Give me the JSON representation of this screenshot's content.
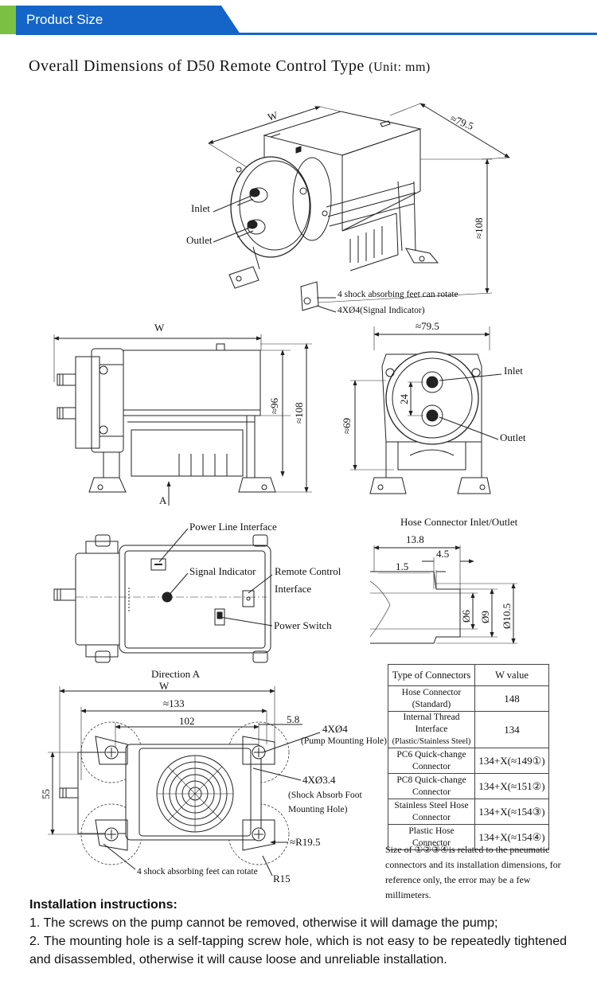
{
  "header": {
    "section_title": "Product Size",
    "accent_color": "#1565c8",
    "tab_accent_color": "#7bc043"
  },
  "title": {
    "main": "Overall Dimensions of D50 Remote Control Type",
    "unit": "(Unit: mm)"
  },
  "iso_view": {
    "w_label": "W",
    "depth_label": "≈79.5",
    "height_label": "≈108",
    "inlet": "Inlet",
    "outlet": "Outlet",
    "feet_note": "4 shock absorbing feet can rotate",
    "signal_note": "4XØ4(Signal Indicator)"
  },
  "side_view": {
    "w_label": "W",
    "h96": "≈96",
    "h108": "≈108",
    "direction_marker": "A"
  },
  "front_view": {
    "width": "≈79.5",
    "spacing": "24",
    "height": "≈69",
    "inlet": "Inlet",
    "outlet": "Outlet"
  },
  "top_view": {
    "power_line": "Power Line Interface",
    "signal_indicator": "Signal Indicator",
    "remote_control": "Remote Control",
    "remote_control_2": "Interface",
    "power_switch": "Power Switch"
  },
  "hose_detail": {
    "title": "Hose Connector Inlet/Outlet",
    "d13_8": "13.8",
    "d4_5": "4.5",
    "d1_5": "1.5",
    "d6": "Ø6",
    "d9": "Ø9",
    "d10_5": "Ø10.5"
  },
  "bottom_view": {
    "title": "Direction A",
    "w_label": "W",
    "d133": "≈133",
    "d102": "102",
    "d5_8": "5.8",
    "d55": "55",
    "pump_hole": "4XØ4",
    "pump_hole_note": "(Pump Mounting Hole)",
    "absorb_hole": "4XØ3.4",
    "absorb_note_1": "(Shock Absorb Foot",
    "absorb_note_2": "Mounting Hole)",
    "r19_5": "≈R19.5",
    "r15": "R15",
    "feet_note": "4 shock absorbing feet can rotate"
  },
  "w_table": {
    "headers": [
      "Type of Connectors",
      "W value"
    ],
    "rows": [
      {
        "type_1": "Hose Connector",
        "type_2": "(Standard)",
        "w": "148"
      },
      {
        "type_1": "Internal Thread Interface",
        "type_2": "(Plastic/Stainless Steel)",
        "w": "134"
      },
      {
        "type_1": "PC6 Quick-change",
        "type_2": "Connector",
        "w": "134+X(≈149①)"
      },
      {
        "type_1": "PC8 Quick-change",
        "type_2": "Connector",
        "w": "134+X(≈151②)"
      },
      {
        "type_1": "Stainless Steel Hose",
        "type_2": "Connector",
        "w": "134+X(≈154③)"
      },
      {
        "type_1": "Plastic Hose Connector",
        "type_2": "",
        "w": "134+X(≈154④)"
      }
    ],
    "note": "Size of ①②③④is related to the pneumatic connectors and its installation dimensions, for reference only, the error may be a few millimeters."
  },
  "installation": {
    "heading": "Installation instructions:",
    "items": [
      "1. The screws on the pump cannot be removed, otherwise it will damage the pump;",
      "2. The mounting hole is a self-tapping screw hole, which is not easy to be repeatedly tightened and disassembled, otherwise it will cause loose and unreliable installation."
    ]
  }
}
